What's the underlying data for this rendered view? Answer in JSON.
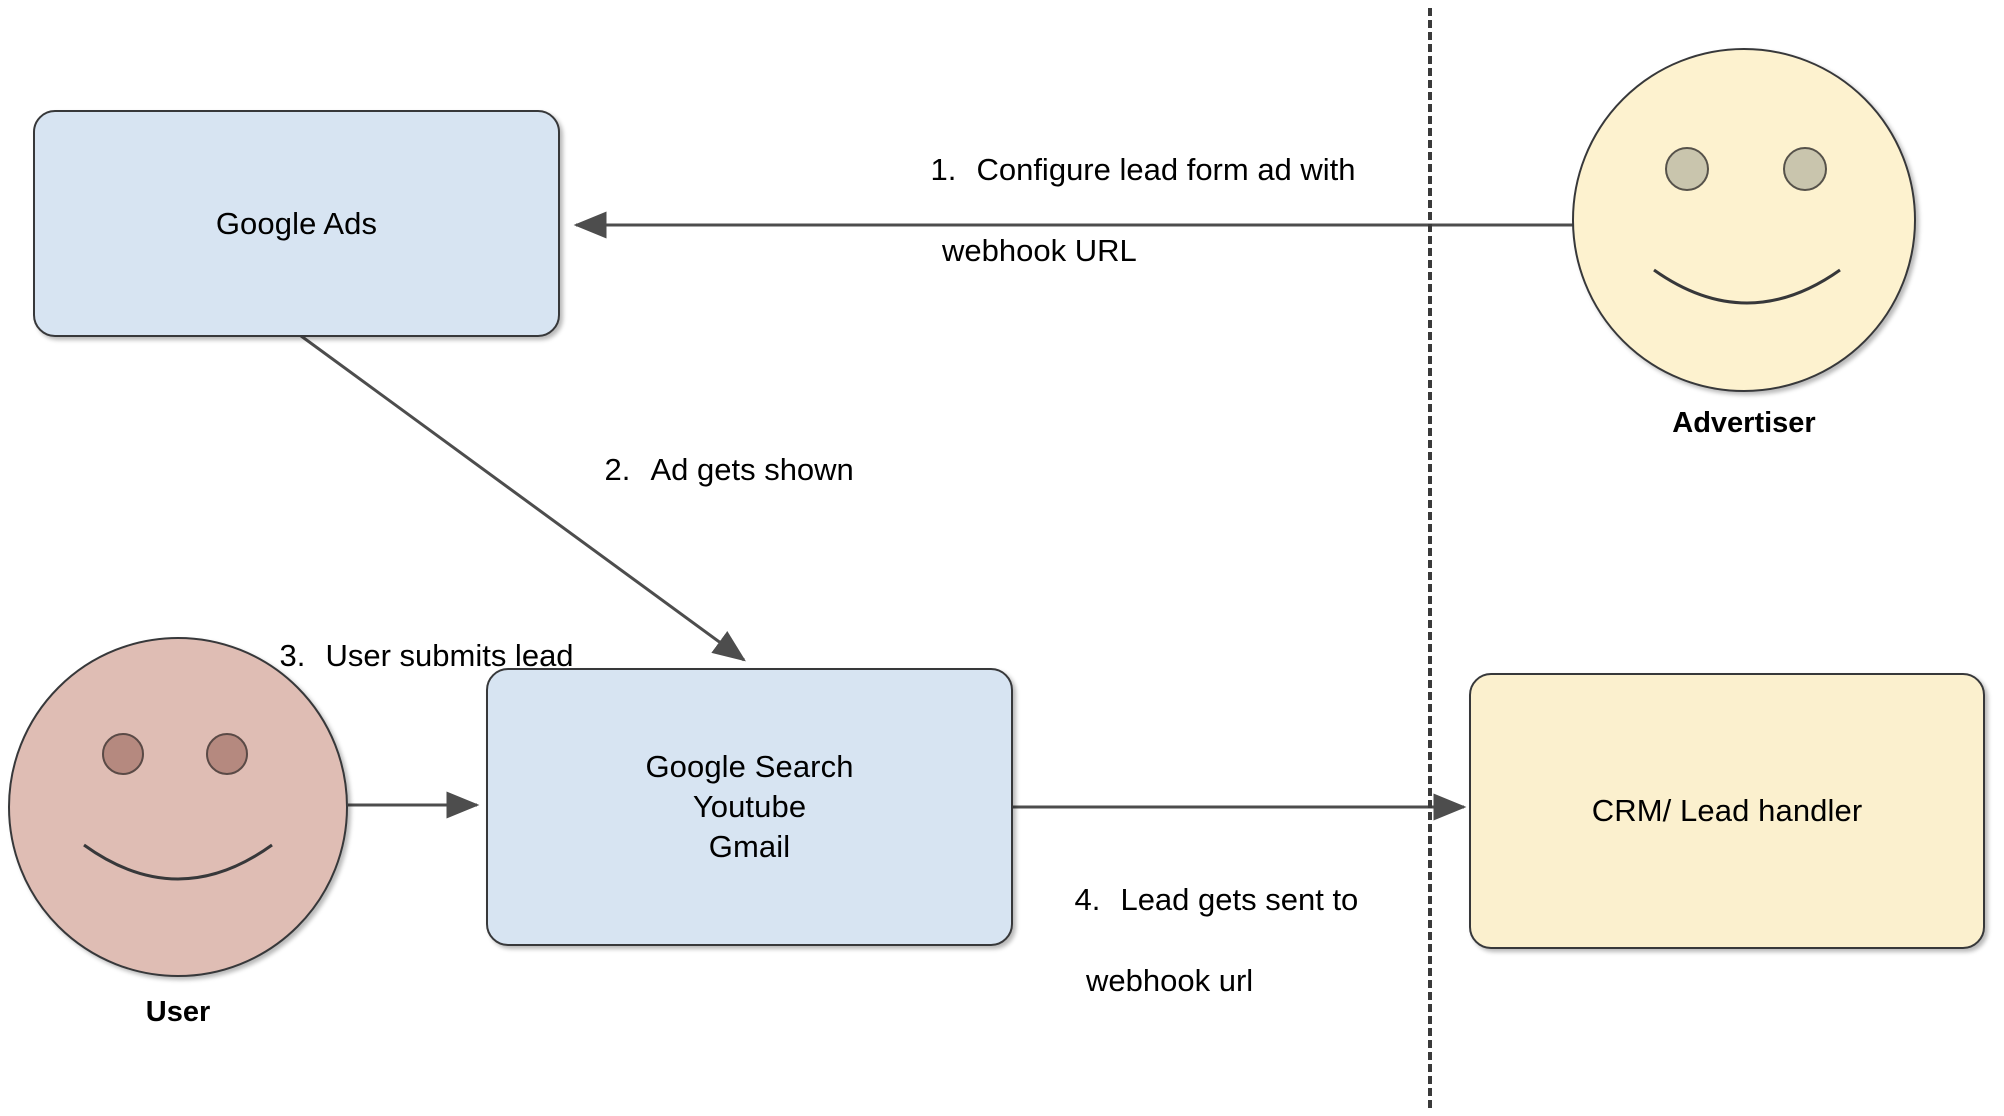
{
  "diagram": {
    "title": "Google Ads lead form webhook flow",
    "colors": {
      "box_blue_fill": "#d7e4f2",
      "box_yellow_fill": "#fbf0ce",
      "face_yellow_fill": "#fdf2cf",
      "face_pink_fill": "#dfbdb4",
      "eye_yellow_fill": "#c9c5ad",
      "eye_pink_fill": "#b5897f",
      "stroke": "#37383a",
      "edge_stroke": "#4d4d4d",
      "divider_stroke": "#3a3a3a",
      "background": "#ffffff"
    },
    "nodes": {
      "google_ads": {
        "label": "Google Ads"
      },
      "google_surfaces": {
        "label": "Google Search\nYoutube\nGmail"
      },
      "crm": {
        "label": "CRM/ Lead handler"
      },
      "advertiser": {
        "label": "Advertiser"
      },
      "user": {
        "label": "User"
      }
    },
    "edges": [
      {
        "id": "step-1",
        "number": "1.",
        "text_line_1": "Configure lead form ad with",
        "text_line_2": "webhook URL",
        "from": "advertiser",
        "to": "google_ads",
        "direction": "left"
      },
      {
        "id": "step-2",
        "number": "2.",
        "text_line_1": "Ad gets shown",
        "text_line_2": "",
        "from": "google_ads",
        "to": "google_surfaces",
        "direction": "diagonal-down-right"
      },
      {
        "id": "step-3",
        "number": "3.",
        "text_line_1": "User submits lead",
        "text_line_2": "",
        "from": "user",
        "to": "google_surfaces",
        "direction": "right"
      },
      {
        "id": "step-4",
        "number": "4.",
        "text_line_1": "Lead gets sent to",
        "text_line_2": "webhook url",
        "from": "google_surfaces",
        "to": "crm",
        "direction": "right"
      }
    ],
    "divider": {
      "style": "dashed",
      "orientation": "vertical"
    }
  }
}
